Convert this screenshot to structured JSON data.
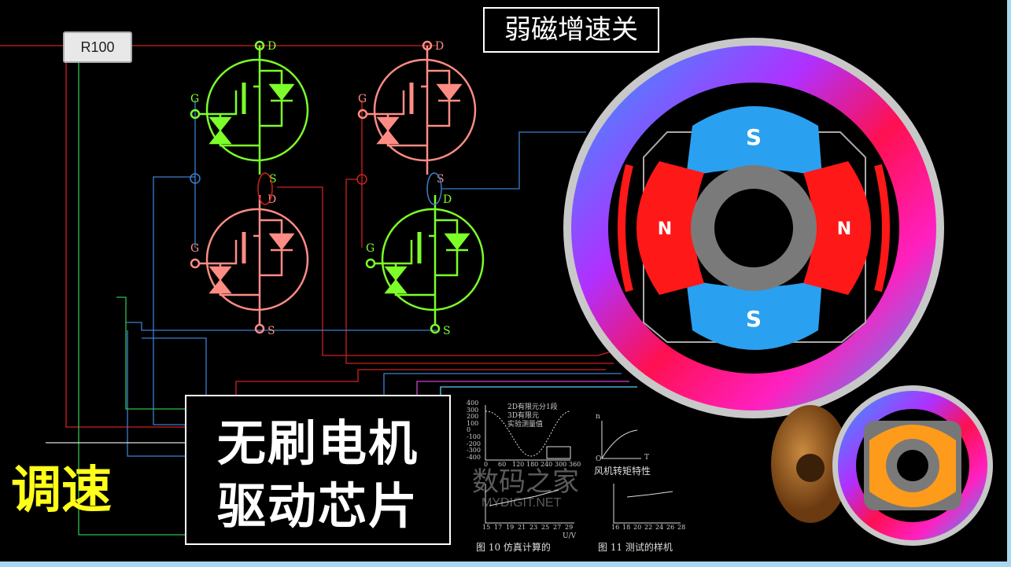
{
  "title_box": "弱磁增速关",
  "chip_box": {
    "line1": "无刷电机",
    "line2": "驱动芯片"
  },
  "speed_label": "调速",
  "resistor_label": "R100",
  "mosfet_pins": {
    "drain": "D",
    "gate": "G",
    "source": "S"
  },
  "motor": {
    "pole_s": "S",
    "pole_n": "N"
  },
  "charts": {
    "fig10_caption": "图 10   仿真计算的",
    "fig11_caption": "图 11   测试的样机",
    "fan_caption": "风机转矩特性",
    "legend": [
      "2D有限元分1段",
      "3D有限元",
      "实验测量值"
    ],
    "y_ticks_top": [
      "400",
      "300",
      "200",
      "100",
      "0",
      "-100",
      "-200",
      "-300",
      "-400"
    ],
    "x_ticks_top": [
      "0",
      "60",
      "120",
      "180",
      "240",
      "300",
      "360"
    ],
    "x_ticks_left": [
      "15",
      "17",
      "19",
      "21",
      "23",
      "25",
      "27",
      "29"
    ],
    "x_ticks_right": [
      "16",
      "18",
      "20",
      "22",
      "24",
      "26",
      "28"
    ],
    "xlabel": "U/V",
    "fan_axes": {
      "y": "n",
      "x": "T",
      "origin": "O"
    }
  },
  "watermark": {
    "cn": "数码之家",
    "en": "MYDIGIT.NET"
  },
  "colors": {
    "green": "#7dff2a",
    "pink": "#ff8c84",
    "red_wire": "#d02020",
    "blue_wire": "#3a7fd0",
    "yellow": "#ffff1a"
  }
}
